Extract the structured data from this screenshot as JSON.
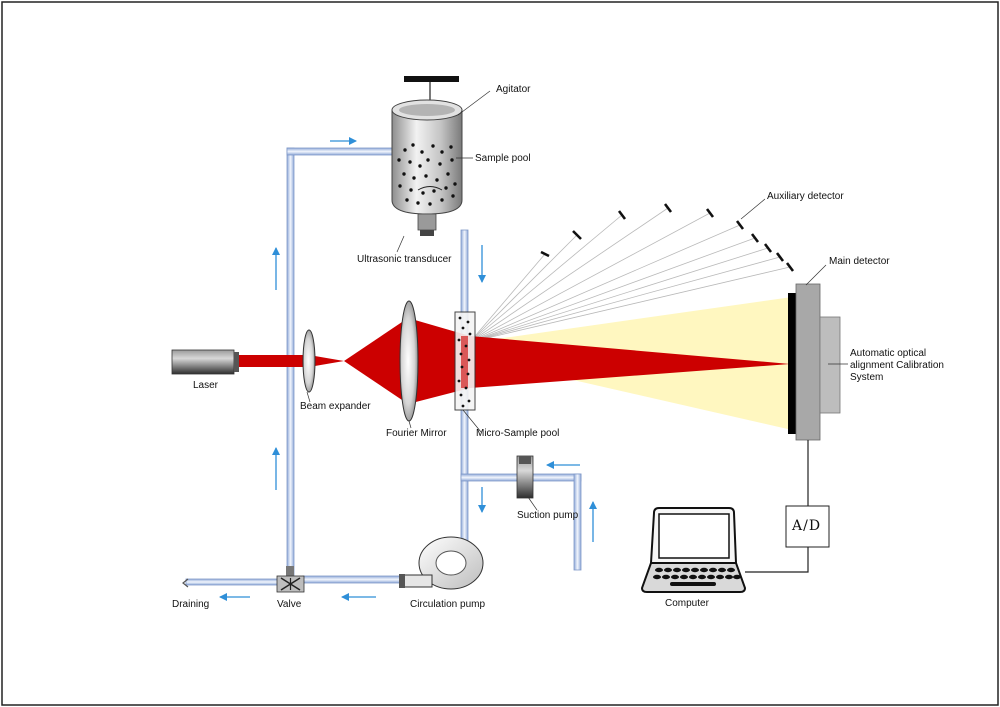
{
  "labels": {
    "agitator": "Agitator",
    "sample_pool": "Sample pool",
    "ultrasonic_transducer": "Ultrasonic transducer",
    "auxiliary_detector": "Auxiliary detector",
    "main_detector": "Main detector",
    "calibration_system": "Automatic optical alignment Calibration System",
    "laser": "Laser",
    "beam_expander": "Beam expander",
    "fourier_mirror": "Fourier Mirror",
    "micro_sample_pool": "Micro-Sample pool",
    "suction_pump": "Suction pump",
    "computer": "Computer",
    "ad_converter": "A/D",
    "draining": "Draining",
    "valve": "Valve",
    "circulation_pump": "Circulation pump"
  },
  "colors": {
    "laser_beam": "#cc0000",
    "scatter_light": "#fff7c0",
    "pipe": "#bcd0ee",
    "flow_arrow": "#2f8fd8",
    "detector_housing": "#a8a8a8"
  },
  "icons": [
    "flow-arrow-icon",
    "laser-icon",
    "lens-icon",
    "computer-icon",
    "pump-icon",
    "valve-icon"
  ]
}
